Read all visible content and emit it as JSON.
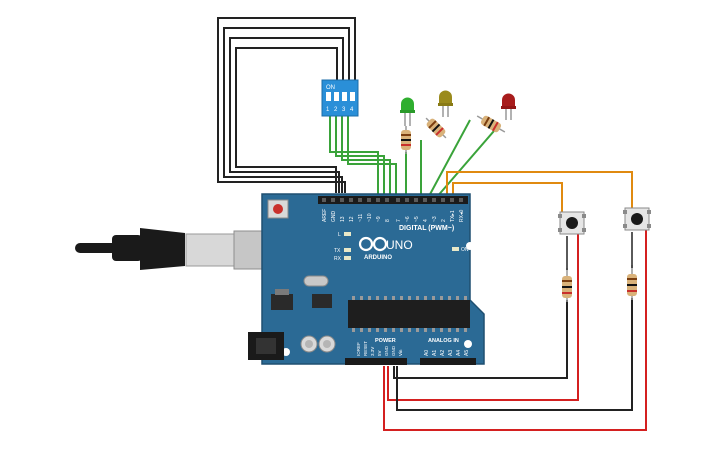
{
  "board": {
    "name": "UNO",
    "brand": "ARDUINO",
    "digital_header": "DIGITAL (PWM~)",
    "power_header": "POWER",
    "analog_header": "ANALOG IN",
    "on_label": "ON",
    "l_label": "L",
    "tx_label": "TX",
    "rx_label": "RX",
    "digital_pins": [
      "AREF",
      "GND",
      "13",
      "12",
      "~11",
      "~10",
      "~9",
      "8",
      "7",
      "~6",
      "~5",
      "4",
      "~3",
      "2",
      "TX▸1",
      "RX◂0"
    ],
    "power_pins": [
      "IOREF",
      "RESET",
      "3.3V",
      "5V",
      "GND",
      "GND",
      "Vin"
    ],
    "analog_pins": [
      "A0",
      "A1",
      "A2",
      "A3",
      "A4",
      "A5"
    ]
  },
  "dip_switch": {
    "on_label": "ON",
    "positions": [
      "1",
      "2",
      "3",
      "4"
    ]
  },
  "colors": {
    "board": "#2b6a95",
    "board_edge": "#1f4f70",
    "wire_black": "#222222",
    "wire_green": "#3aa33a",
    "wire_orange": "#e08a10",
    "wire_red": "#d42020",
    "led_green": "#2fae2f",
    "led_yellow": "#9a8a1c",
    "led_red": "#a81c1c",
    "dip_body": "#2a8fd8"
  }
}
